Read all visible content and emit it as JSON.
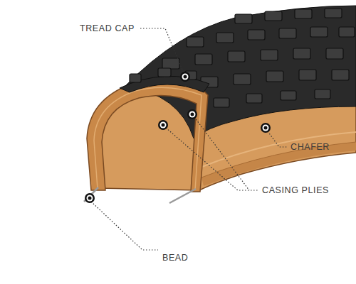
{
  "diagram": {
    "labels": [
      "TREAD CAP",
      "CHAFER",
      "CASING PLIES",
      "BEAD"
    ]
  }
}
